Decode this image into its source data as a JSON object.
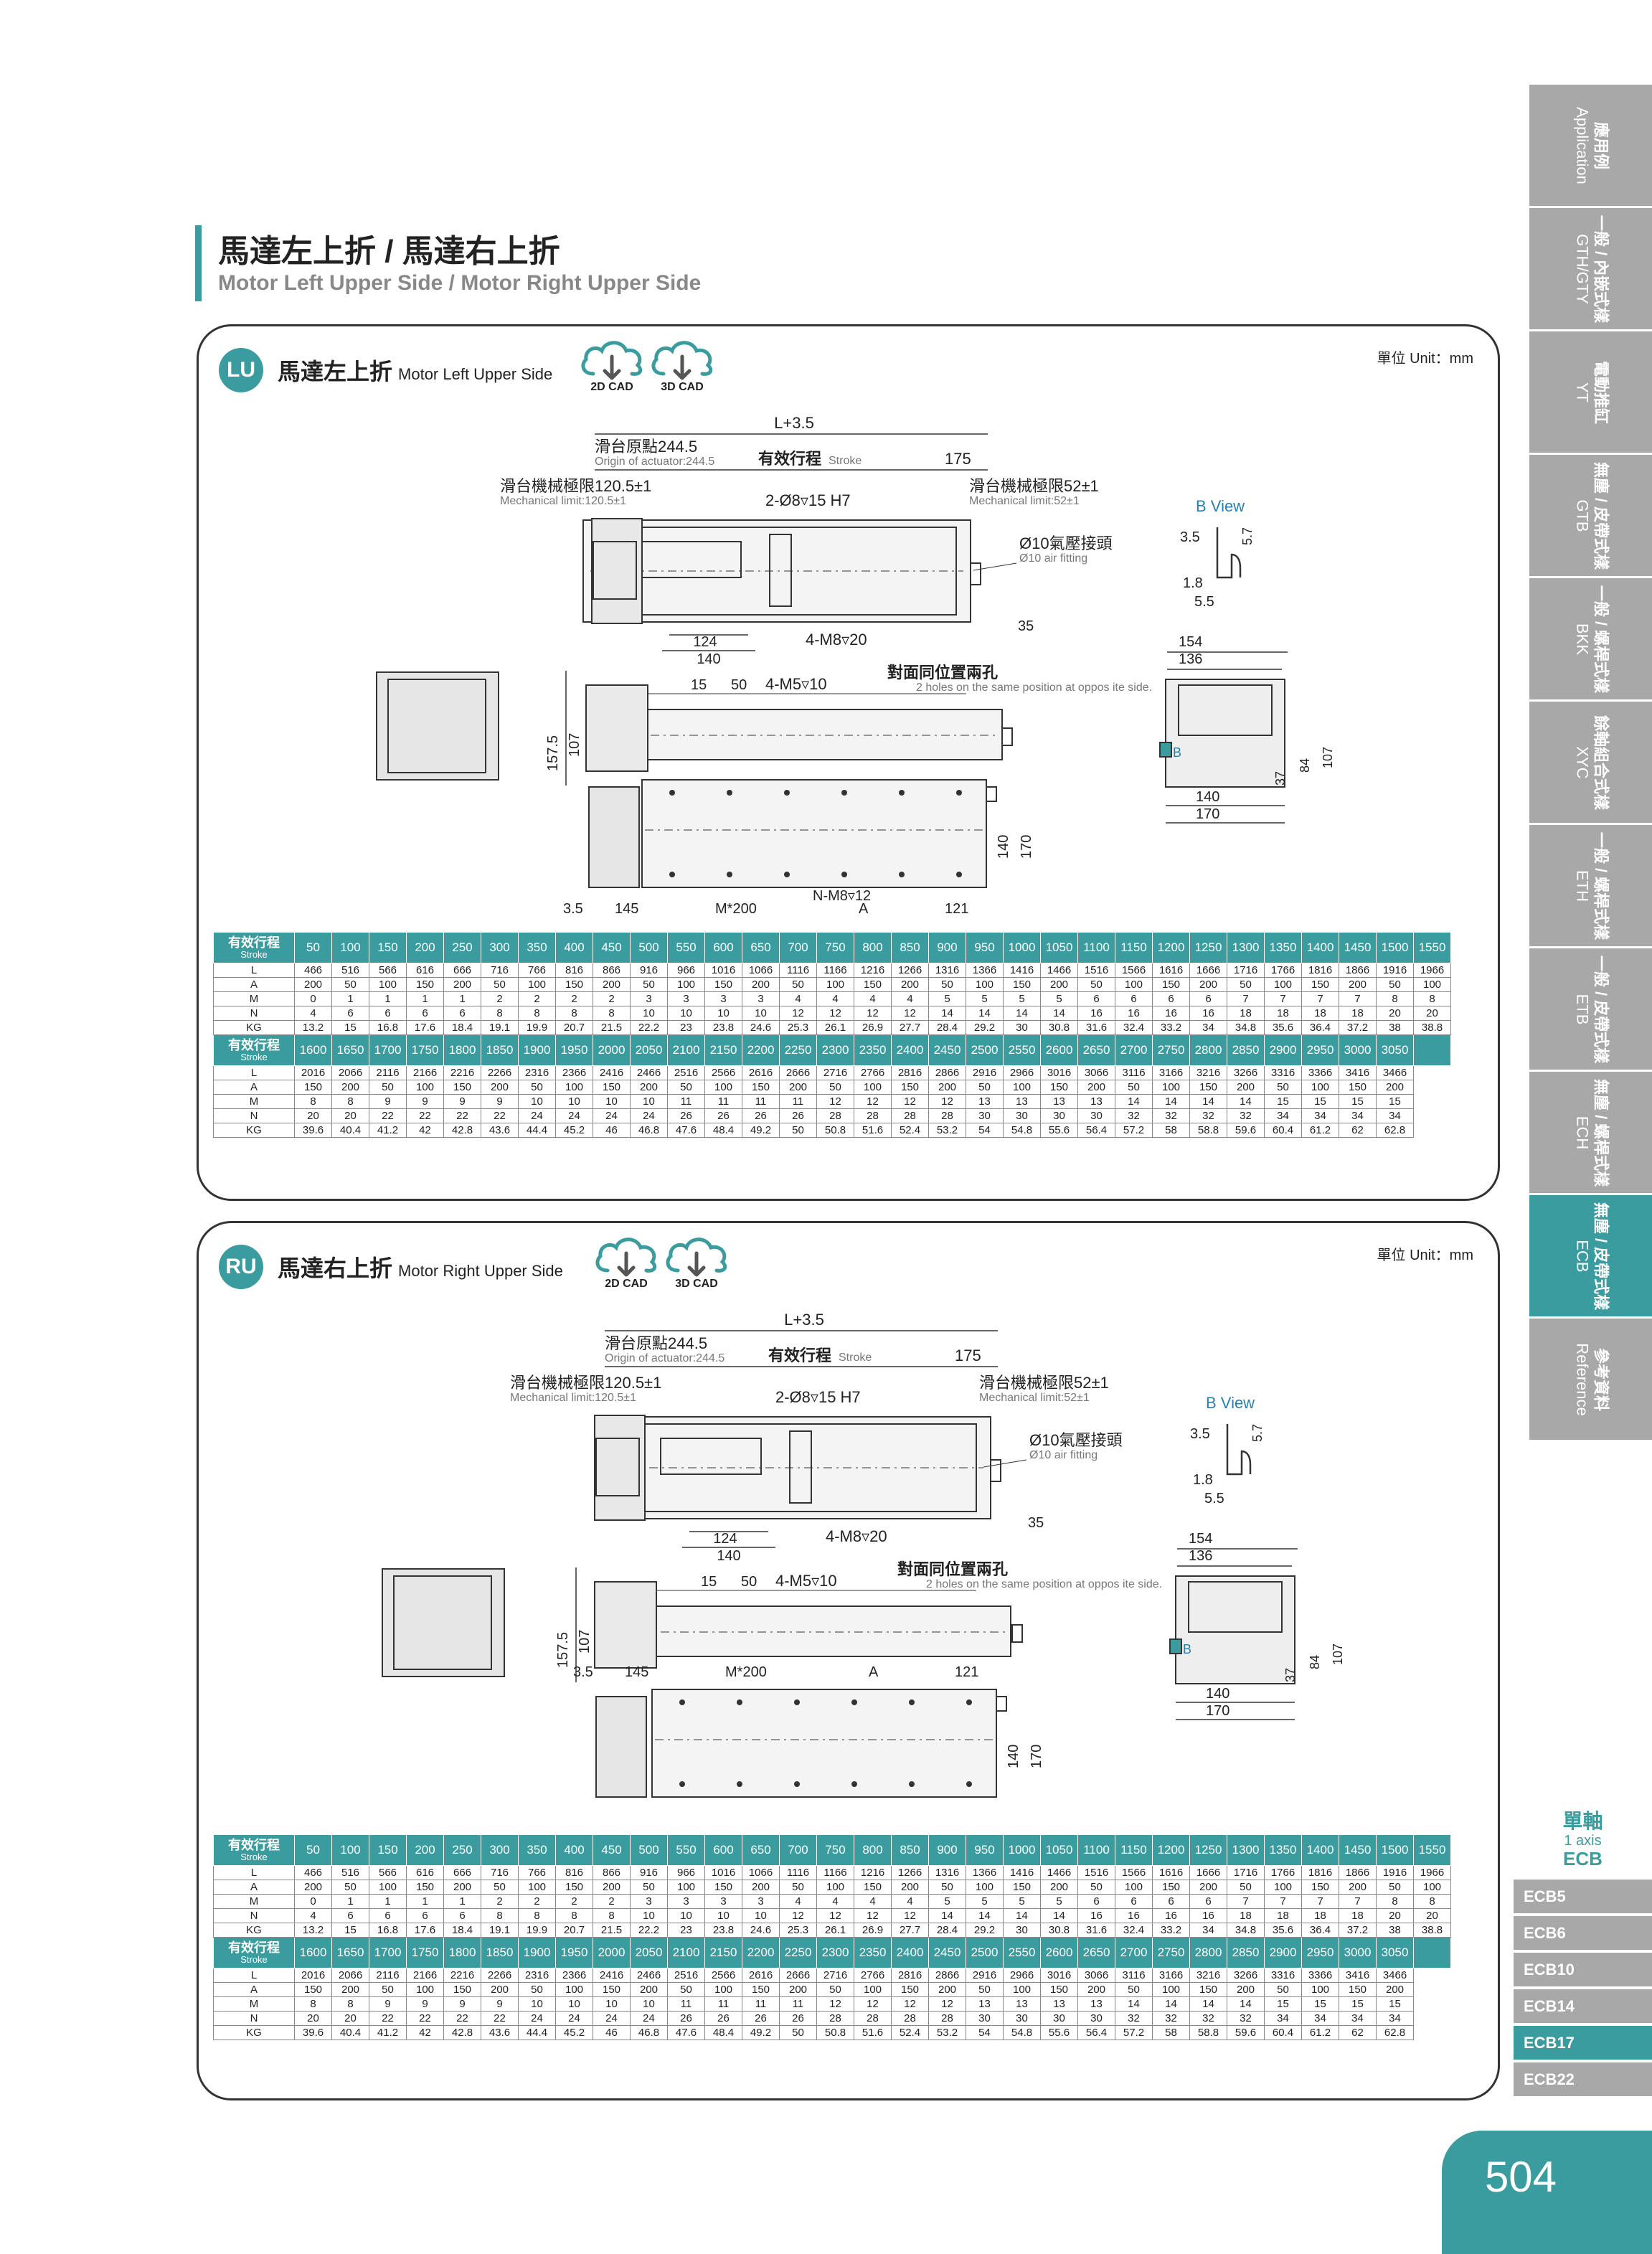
{
  "header": {
    "title_zh": "馬達左上折 / 馬達右上折",
    "title_en": "Motor Left Upper Side / Motor Right Upper Side"
  },
  "side_tabs": [
    {
      "zh": "應用例",
      "en": "Application",
      "active": false
    },
    {
      "zh": "一般 / 內嵌式樣",
      "en": "GTH/GTY",
      "active": false
    },
    {
      "zh": "電動推缸",
      "en": "YT",
      "active": false
    },
    {
      "zh": "無塵 / 皮帶式樣",
      "en": "GTB",
      "active": false
    },
    {
      "zh": "一般 / 螺桿式樣",
      "en": "BKK",
      "active": false
    },
    {
      "zh": "餘軸組合式樣",
      "en": "XYC",
      "active": false
    },
    {
      "zh": "一般 / 螺桿式樣",
      "en": "ETH",
      "active": false
    },
    {
      "zh": "一般 / 皮帶式樣",
      "en": "ETB",
      "active": false
    },
    {
      "zh": "無塵 / 螺桿式樣",
      "en": "ECH",
      "active": false
    },
    {
      "zh": "無塵 / 皮帶式樣",
      "en": "ECB",
      "active": true
    },
    {
      "zh": "參考資料",
      "en": "Reference",
      "active": false
    }
  ],
  "product": {
    "zh": "單軸",
    "sub": "1 axis",
    "name": "ECB"
  },
  "product_nav": [
    {
      "label": "ECB5",
      "active": false
    },
    {
      "label": "ECB6",
      "active": false
    },
    {
      "label": "ECB10",
      "active": false
    },
    {
      "label": "ECB14",
      "active": false
    },
    {
      "label": "ECB17",
      "active": true
    },
    {
      "label": "ECB22",
      "active": false
    }
  ],
  "page_number": "504",
  "cad": {
    "cad2d": "2D CAD",
    "cad3d": "3D CAD"
  },
  "unit_label": "單位 Unit：mm",
  "drawing": {
    "total": "L+3.5",
    "origin_zh": "滑台原點244.5",
    "origin_en": "Origin of actuator:244.5",
    "stroke_zh": "有效行程",
    "stroke_en": "Stroke",
    "d175": "175",
    "mech_left_zh": "滑台機械極限120.5±1",
    "mech_left_en": "Mechanical limit:120.5±1",
    "mech_right_zh": "滑台機械極限52±1",
    "mech_right_en": "Mechanical limit:52±1",
    "hole_2": "2-Ø8▿15 H7",
    "air_zh": "Ø10氣壓接頭",
    "air_en": "Ø10 air fitting",
    "bview": "B View",
    "d3_5": "3.5",
    "d5_7": "5.7",
    "d1_8": "1.8",
    "d5_5": "5.5",
    "d35": "35",
    "d124": "124",
    "d140": "140",
    "m8_20": "4-M8▿20",
    "d15": "15",
    "d50": "50",
    "m5_10": "4-M5▿10",
    "opp_zh": "對面同位置兩孔",
    "opp_en": "2 holes on the same position at oppos ite side.",
    "d154": "154",
    "d136": "136",
    "d157_5": "157.5",
    "d107": "107",
    "d37": "37",
    "d84": "84",
    "d170": "170",
    "b": "B",
    "d145": "145",
    "m200": "M*200",
    "a": "A",
    "d121": "121",
    "n_m8": "N-M8▿12"
  },
  "panels": [
    {
      "badge": "LU",
      "title_zh": "馬達左上折",
      "title_en": "Motor Left Upper Side"
    },
    {
      "badge": "RU",
      "title_zh": "馬達右上折",
      "title_en": "Motor Right Upper Side"
    }
  ],
  "table": {
    "head_zh": "有效行程",
    "head_en": "Stroke",
    "row_labels": [
      "L",
      "A",
      "M",
      "N",
      "KG"
    ],
    "part1": {
      "stroke": [
        "50",
        "100",
        "150",
        "200",
        "250",
        "300",
        "350",
        "400",
        "450",
        "500",
        "550",
        "600",
        "650",
        "700",
        "750",
        "800",
        "850",
        "900",
        "950",
        "1000",
        "1050",
        "1100",
        "1150",
        "1200",
        "1250",
        "1300",
        "1350",
        "1400",
        "1450",
        "1500",
        "1550"
      ],
      "L": [
        "466",
        "516",
        "566",
        "616",
        "666",
        "716",
        "766",
        "816",
        "866",
        "916",
        "966",
        "1016",
        "1066",
        "1116",
        "1166",
        "1216",
        "1266",
        "1316",
        "1366",
        "1416",
        "1466",
        "1516",
        "1566",
        "1616",
        "1666",
        "1716",
        "1766",
        "1816",
        "1866",
        "1916",
        "1966"
      ],
      "A": [
        "200",
        "50",
        "100",
        "150",
        "200",
        "50",
        "100",
        "150",
        "200",
        "50",
        "100",
        "150",
        "200",
        "50",
        "100",
        "150",
        "200",
        "50",
        "100",
        "150",
        "200",
        "50",
        "100",
        "150",
        "200",
        "50",
        "100",
        "150",
        "200",
        "50",
        "100"
      ],
      "M": [
        "0",
        "1",
        "1",
        "1",
        "1",
        "2",
        "2",
        "2",
        "2",
        "3",
        "3",
        "3",
        "3",
        "4",
        "4",
        "4",
        "4",
        "5",
        "5",
        "5",
        "5",
        "6",
        "6",
        "6",
        "6",
        "7",
        "7",
        "7",
        "7",
        "8",
        "8"
      ],
      "N": [
        "4",
        "6",
        "6",
        "6",
        "6",
        "8",
        "8",
        "8",
        "8",
        "10",
        "10",
        "10",
        "10",
        "12",
        "12",
        "12",
        "12",
        "14",
        "14",
        "14",
        "14",
        "16",
        "16",
        "16",
        "16",
        "18",
        "18",
        "18",
        "18",
        "20",
        "20"
      ],
      "KG": [
        "13.2",
        "15",
        "16.8",
        "17.6",
        "18.4",
        "19.1",
        "19.9",
        "20.7",
        "21.5",
        "22.2",
        "23",
        "23.8",
        "24.6",
        "25.3",
        "26.1",
        "26.9",
        "27.7",
        "28.4",
        "29.2",
        "30",
        "30.8",
        "31.6",
        "32.4",
        "33.2",
        "34",
        "34.8",
        "35.6",
        "36.4",
        "37.2",
        "38",
        "38.8"
      ]
    },
    "part2": {
      "stroke": [
        "1600",
        "1650",
        "1700",
        "1750",
        "1800",
        "1850",
        "1900",
        "1950",
        "2000",
        "2050",
        "2100",
        "2150",
        "2200",
        "2250",
        "2300",
        "2350",
        "2400",
        "2450",
        "2500",
        "2550",
        "2600",
        "2650",
        "2700",
        "2750",
        "2800",
        "2850",
        "2900",
        "2950",
        "3000",
        "3050"
      ],
      "L": [
        "2016",
        "2066",
        "2116",
        "2166",
        "2216",
        "2266",
        "2316",
        "2366",
        "2416",
        "2466",
        "2516",
        "2566",
        "2616",
        "2666",
        "2716",
        "2766",
        "2816",
        "2866",
        "2916",
        "2966",
        "3016",
        "3066",
        "3116",
        "3166",
        "3216",
        "3266",
        "3316",
        "3366",
        "3416",
        "3466"
      ],
      "A": [
        "150",
        "200",
        "50",
        "100",
        "150",
        "200",
        "50",
        "100",
        "150",
        "200",
        "50",
        "100",
        "150",
        "200",
        "50",
        "100",
        "150",
        "200",
        "50",
        "100",
        "150",
        "200",
        "50",
        "100",
        "150",
        "200",
        "50",
        "100",
        "150",
        "200"
      ],
      "M": [
        "8",
        "8",
        "9",
        "9",
        "9",
        "9",
        "10",
        "10",
        "10",
        "10",
        "11",
        "11",
        "11",
        "11",
        "12",
        "12",
        "12",
        "12",
        "13",
        "13",
        "13",
        "13",
        "14",
        "14",
        "14",
        "14",
        "15",
        "15",
        "15",
        "15"
      ],
      "N": [
        "20",
        "20",
        "22",
        "22",
        "22",
        "22",
        "24",
        "24",
        "24",
        "24",
        "26",
        "26",
        "26",
        "26",
        "28",
        "28",
        "28",
        "28",
        "30",
        "30",
        "30",
        "30",
        "32",
        "32",
        "32",
        "32",
        "34",
        "34",
        "34",
        "34"
      ],
      "KG": [
        "39.6",
        "40.4",
        "41.2",
        "42",
        "42.8",
        "43.6",
        "44.4",
        "45.2",
        "46",
        "46.8",
        "47.6",
        "48.4",
        "49.2",
        "50",
        "50.8",
        "51.6",
        "52.4",
        "53.2",
        "54",
        "54.8",
        "55.6",
        "56.4",
        "57.2",
        "58",
        "58.8",
        "59.6",
        "60.4",
        "61.2",
        "62",
        "62.8"
      ]
    }
  }
}
